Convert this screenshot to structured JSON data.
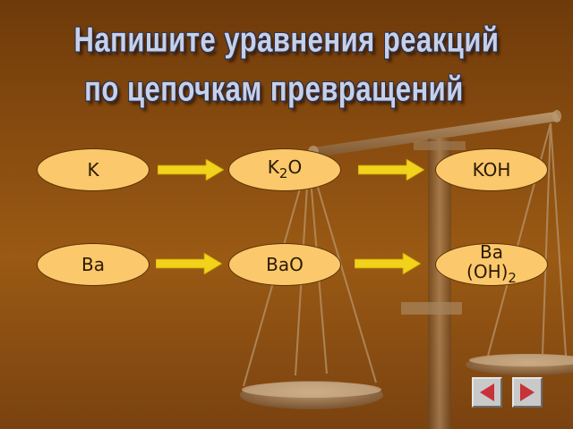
{
  "title": {
    "line1": "Напишите уравнения реакций",
    "line2": "по цепочкам превращений"
  },
  "chain1": {
    "n1": "K",
    "n2_base": "K",
    "n2_sub": "2",
    "n2_tail": "O",
    "n3": "KOH"
  },
  "chain2": {
    "n1": "Ba",
    "n2": "BaO",
    "n3_line1": "Ba",
    "n3_line2": "(OH)",
    "n3_sub": "2"
  },
  "nav": {
    "prev_icon": "triangle-left-icon",
    "next_icon": "triangle-right-icon"
  },
  "colors": {
    "node_fill": "#fbc86b",
    "arrow_fill": "#f2d21a",
    "title_text": "#c8d0e8",
    "nav_icon": "#c8323a"
  }
}
